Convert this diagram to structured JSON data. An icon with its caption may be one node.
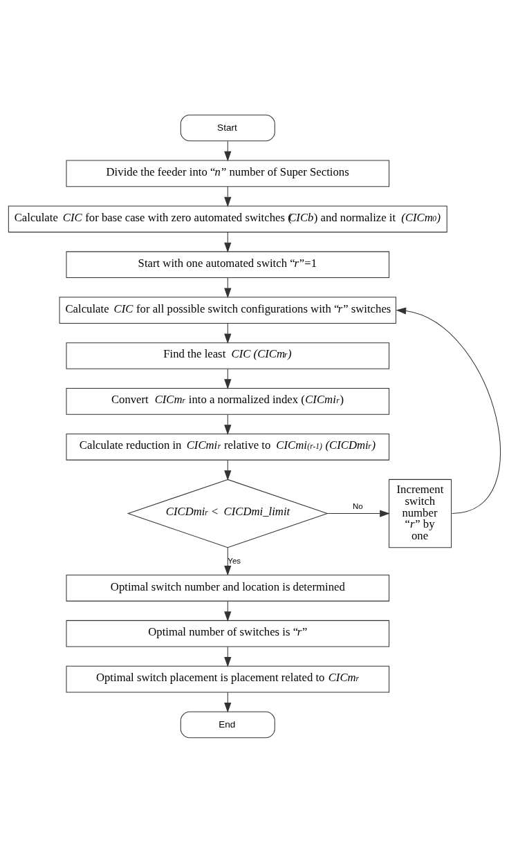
{
  "diagram": {
    "nodes": [
      {
        "text": [
          "Start"
        ]
      },
      {
        "text": [
          "Divide the feeder into “*n*” number of Super Sections"
        ]
      },
      {
        "text": [
          "Calculate *CIC* for base case with zero automated switches (*CICb*) and normalize it *(CICm$_{0}$)*"
        ]
      },
      {
        "text": [
          "Start with one automated switch “*r*”=1"
        ]
      },
      {
        "text": [
          "Calculate *CIC* for all possible switch configurations with “*r*” switches"
        ]
      },
      {
        "text": [
          "Find the least *CIC (CICm$_{r}$)*"
        ]
      },
      {
        "text": [
          "Convert *CICm$_{r}$* into a normalized index (*CICmi$_{r}$*)"
        ]
      },
      {
        "text": [
          "Calculate reduction in *CICmi$_{r}$* relative to *CICmi$_{(r-1)}$ (CICDmi$_{r}$)*"
        ]
      },
      {
        "text": [
          "*CICDmi$_{r}$* < *CICDmi_limit*"
        ]
      },
      {
        "text": [
          "Increment switch number “*r*” by one"
        ]
      },
      {
        "text": [
          "Optimal switch number and location is determined"
        ]
      },
      {
        "text": [
          "Optimal number of switches is “*r*”"
        ]
      },
      {
        "text": [
          "Optimal switch placement is placement related to *CICm$_{r}$*"
        ]
      },
      {
        "text": [
          "End"
        ]
      }
    ],
    "edges": [
      {
        "from": 0,
        "to": 1,
        "arrow": "to"
      },
      {
        "from": 1,
        "to": 2,
        "arrow": "to"
      },
      {
        "from": 2,
        "to": 3,
        "arrow": "to"
      },
      {
        "from": 3,
        "to": 4,
        "arrow": "to"
      },
      {
        "from": 4,
        "to": 5,
        "arrow": "to"
      },
      {
        "from": 5,
        "to": 6,
        "arrow": "to"
      },
      {
        "from": 6,
        "to": 7,
        "arrow": "to"
      },
      {
        "from": 7,
        "to": 8,
        "arrow": "to"
      },
      {
        "from": 8,
        "to": 9,
        "arrow": "to",
        "label": "No"
      },
      {
        "from": 9,
        "to": 4,
        "arrow": "to"
      },
      {
        "from": 8,
        "to": 10,
        "arrow": "to",
        "label": "Yes"
      },
      {
        "from": 10,
        "to": 11,
        "arrow": "to"
      },
      {
        "from": 11,
        "to": 12,
        "arrow": "to"
      },
      {
        "from": 12,
        "to": 13,
        "arrow": "to"
      }
    ]
  }
}
